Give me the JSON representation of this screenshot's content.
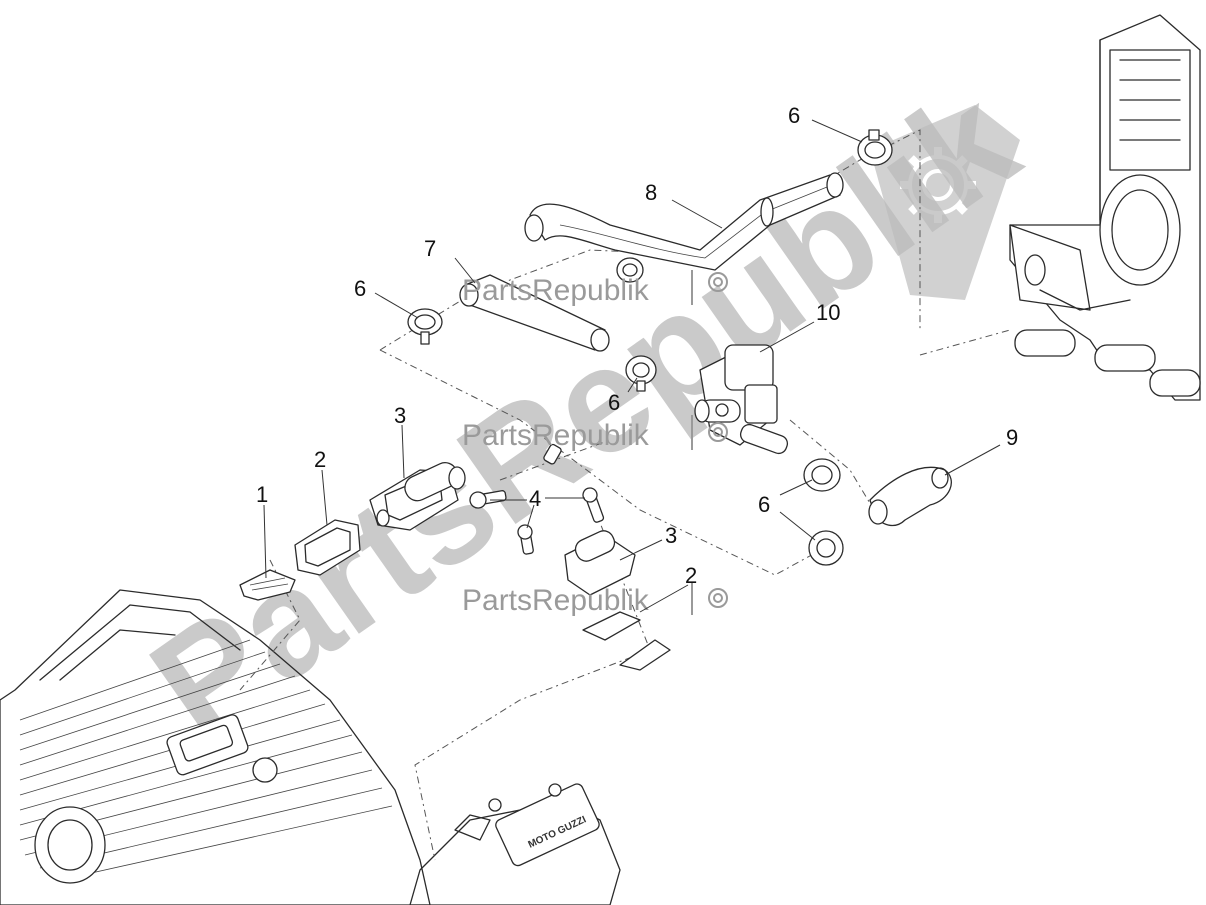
{
  "diagram": {
    "callouts": [
      {
        "id": "c1",
        "label": "1"
      },
      {
        "id": "c2a",
        "label": "2"
      },
      {
        "id": "c2b",
        "label": "2"
      },
      {
        "id": "c3a",
        "label": "3"
      },
      {
        "id": "c3b",
        "label": "3"
      },
      {
        "id": "c4",
        "label": "4"
      },
      {
        "id": "c6a",
        "label": "6"
      },
      {
        "id": "c6b",
        "label": "6"
      },
      {
        "id": "c6c",
        "label": "6"
      },
      {
        "id": "c6d",
        "label": "6"
      },
      {
        "id": "c7",
        "label": "7"
      },
      {
        "id": "c8",
        "label": "8"
      },
      {
        "id": "c9",
        "label": "9"
      },
      {
        "id": "c10",
        "label": "10"
      }
    ]
  },
  "engine_badge": "MOTO GUZZI",
  "watermark": {
    "big": "PartsRepublik",
    "small": "PartsRepublik"
  },
  "icons": [
    "gear-icon",
    "flag-logo-icon"
  ]
}
